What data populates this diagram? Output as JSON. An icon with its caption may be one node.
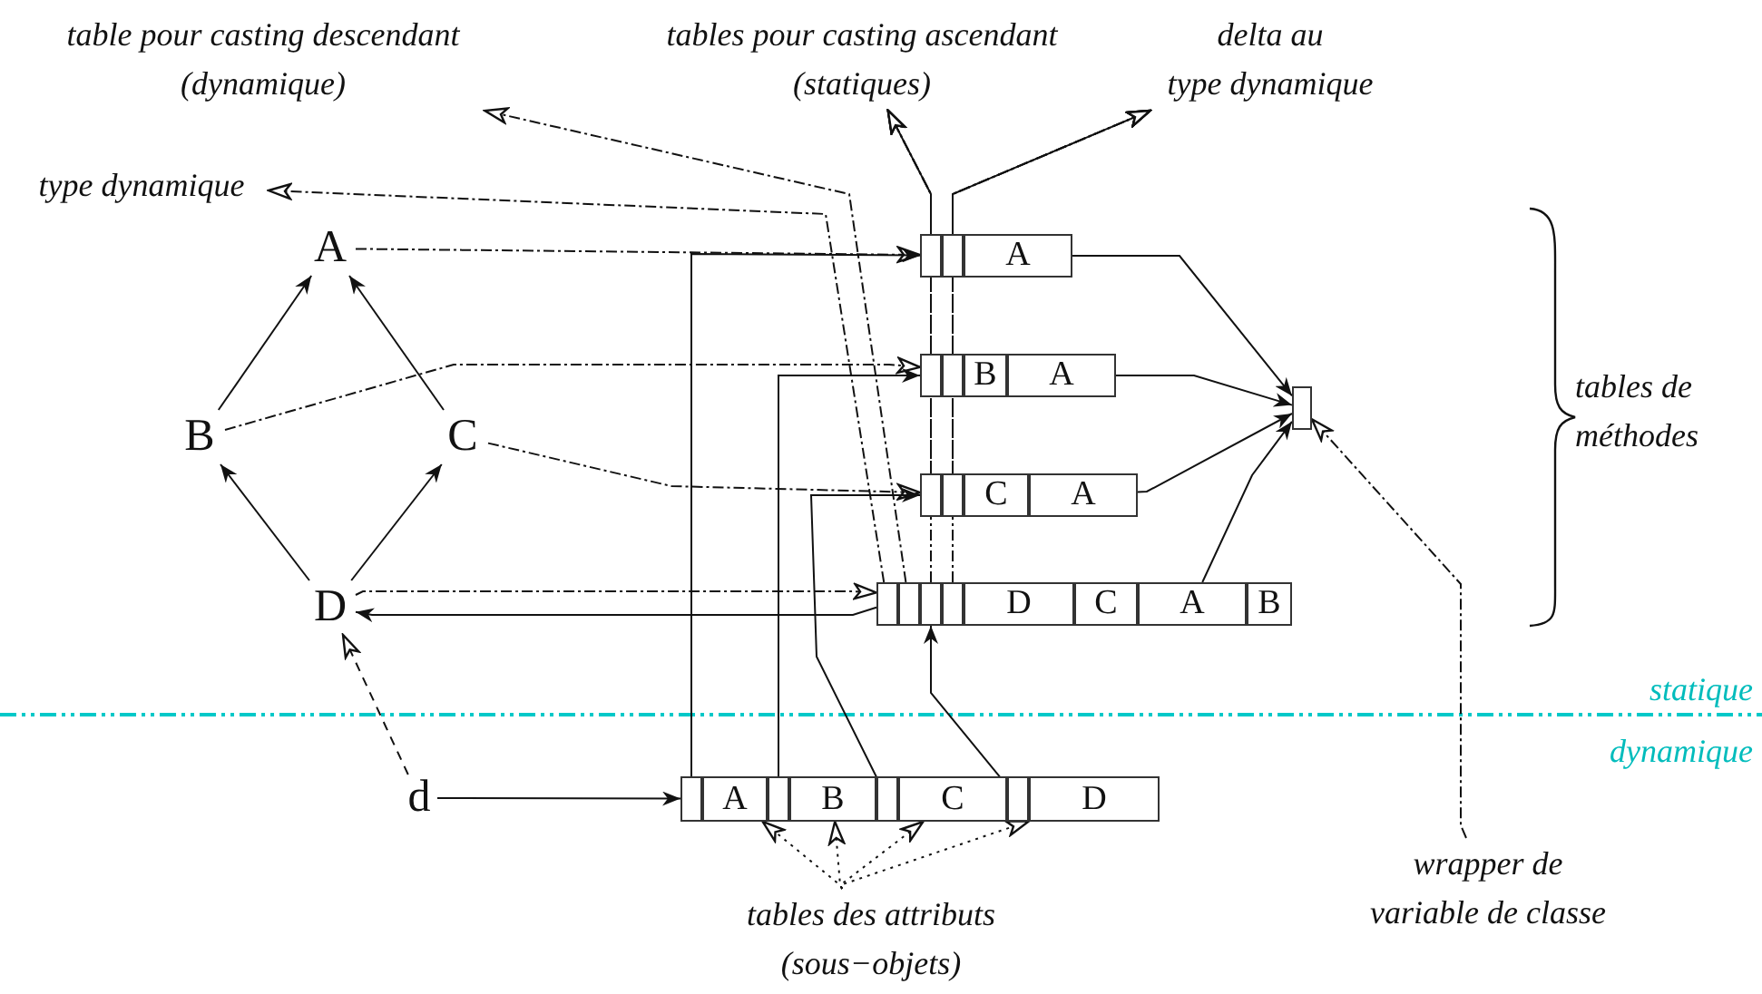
{
  "diagram": {
    "nodes": [
      {
        "text": [
          "table pour casting descendant (dynamique)"
        ]
      },
      {
        "text": [
          "tables pour casting ascendant (statiques)"
        ]
      },
      {
        "text": [
          "delta au type dynamique"
        ]
      },
      {
        "text": [
          "type dynamique"
        ]
      },
      {
        "text": [
          "A"
        ]
      },
      {
        "text": [
          "B"
        ]
      },
      {
        "text": [
          "C"
        ]
      },
      {
        "text": [
          "D"
        ]
      },
      {
        "text": [
          "d"
        ]
      },
      {
        "text": [],
        "shape": "box"
      },
      {
        "text": [],
        "shape": "box",
        "in": 9
      },
      {
        "text": [],
        "shape": "box",
        "in": 9
      },
      {
        "text": [
          "A"
        ],
        "in": 9
      },
      {
        "text": [],
        "shape": "box"
      },
      {
        "text": [],
        "shape": "box",
        "in": 13
      },
      {
        "text": [],
        "shape": "box",
        "in": 13
      },
      {
        "text": [
          "B"
        ],
        "in": 13
      },
      {
        "text": [
          "A"
        ],
        "in": 13
      },
      {
        "text": [],
        "shape": "box"
      },
      {
        "text": [],
        "shape": "box",
        "in": 18
      },
      {
        "text": [],
        "shape": "box",
        "in": 18
      },
      {
        "text": [
          "C"
        ],
        "in": 18
      },
      {
        "text": [
          "A"
        ],
        "in": 18
      },
      {
        "text": [],
        "shape": "box"
      },
      {
        "text": [],
        "shape": "box",
        "in": 23
      },
      {
        "text": [],
        "shape": "box",
        "in": 23
      },
      {
        "text": [],
        "shape": "box",
        "in": 23
      },
      {
        "text": [],
        "shape": "box",
        "in": 23
      },
      {
        "text": [
          "D"
        ],
        "in": 23
      },
      {
        "text": [
          "C"
        ],
        "in": 23
      },
      {
        "text": [
          "A"
        ],
        "in": 23
      },
      {
        "text": [
          "B"
        ],
        "in": 23
      },
      {
        "text": [],
        "shape": "box"
      },
      {
        "text": [
          "wrapper de variable de classe"
        ]
      },
      {
        "text": [],
        "shape": "box"
      },
      {
        "text": [],
        "shape": "box",
        "in": 34
      },
      {
        "text": [
          "A"
        ],
        "in": 34
      },
      {
        "text": [],
        "shape": "box",
        "in": 34
      },
      {
        "text": [
          "B"
        ],
        "in": 34
      },
      {
        "text": [],
        "shape": "box",
        "in": 34
      },
      {
        "text": [
          "C"
        ],
        "in": 34
      },
      {
        "text": [],
        "shape": "box",
        "in": 34
      },
      {
        "text": [
          "D"
        ],
        "in": 34
      },
      {
        "text": [
          "tables des attributs (sous−objets)"
        ]
      }
    ],
    "edges": [
      {
        "from": 5,
        "to": 4,
        "arrow": "to"
      },
      {
        "from": 6,
        "to": 4,
        "arrow": "to"
      },
      {
        "from": 7,
        "to": 5,
        "arrow": "to"
      },
      {
        "from": 7,
        "to": 6,
        "arrow": "to"
      },
      {
        "from": 8,
        "to": 7,
        "arrow": "to",
        "style": "dashed"
      },
      {
        "from": 4,
        "to": 9,
        "arrow": "to",
        "style": "dashed"
      },
      {
        "from": 5,
        "to": 13,
        "arrow": "to",
        "style": "dashed"
      },
      {
        "from": 6,
        "to": 18,
        "arrow": "to",
        "style": "dashed"
      },
      {
        "from": 7,
        "to": 23,
        "arrow": "to",
        "style": "dashed"
      },
      {
        "from": 35,
        "to": 9,
        "arrow": "to"
      },
      {
        "from": 37,
        "to": 13,
        "arrow": "to"
      },
      {
        "from": 39,
        "to": 18,
        "arrow": "to"
      },
      {
        "from": 41,
        "to": 26,
        "arrow": "to"
      },
      {
        "from": 24,
        "to": 7,
        "arrow": "to"
      },
      {
        "from": 8,
        "to": 34,
        "arrow": "to"
      },
      {
        "from": 12,
        "to": 32,
        "arrow": "to"
      },
      {
        "from": 17,
        "to": 32,
        "arrow": "to"
      },
      {
        "from": 22,
        "to": 32,
        "arrow": "to"
      },
      {
        "from": 30,
        "to": 32,
        "arrow": "to"
      },
      {
        "from": 24,
        "to": 3,
        "arrow": "to",
        "style": "dashed"
      },
      {
        "from": 25,
        "to": 0,
        "arrow": "to",
        "style": "dashed"
      },
      {
        "from": 10,
        "to": 1,
        "arrow": "to",
        "style": "dashed"
      },
      {
        "from": 14,
        "to": 1,
        "arrow": "to",
        "style": "dashed"
      },
      {
        "from": 19,
        "to": 1,
        "arrow": "to",
        "style": "dashed"
      },
      {
        "from": 26,
        "to": 1,
        "arrow": "to",
        "style": "dashed"
      },
      {
        "from": 11,
        "to": 2,
        "arrow": "to",
        "style": "dashed"
      },
      {
        "from": 15,
        "to": 2,
        "arrow": "to",
        "style": "dashed"
      },
      {
        "from": 20,
        "to": 2,
        "arrow": "to",
        "style": "dashed"
      },
      {
        "from": 27,
        "to": 2,
        "arrow": "to",
        "style": "dashed"
      },
      {
        "from": 33,
        "to": 32,
        "arrow": "to",
        "style": "dashed"
      },
      {
        "from": 43,
        "to": 36,
        "arrow": "to",
        "style": "dashed"
      },
      {
        "from": 43,
        "to": 38,
        "arrow": "to",
        "style": "dashed"
      },
      {
        "from": 43,
        "to": 40,
        "arrow": "to",
        "style": "dashed"
      },
      {
        "from": 43,
        "to": 42,
        "arrow": "to",
        "style": "dashed"
      }
    ],
    "labels": [
      "tables de méthodes",
      "statique",
      "dynamique"
    ]
  }
}
